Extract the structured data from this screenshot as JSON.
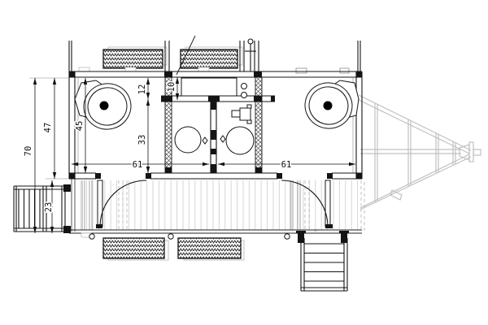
{
  "drawing": {
    "colors": {
      "line": "#141414",
      "ghost": "#c0c0c0",
      "deck_board": "#cccccc",
      "background": "#ffffff"
    },
    "dimensions": {
      "overall_depth": "70",
      "body_depth": "47",
      "room_depth": "45",
      "cabinet_offset": "12",
      "vanity_zone": "33",
      "cabinet_depth": "10",
      "left_room_width": "61",
      "right_room_width": "61",
      "stair_width": "23"
    }
  }
}
